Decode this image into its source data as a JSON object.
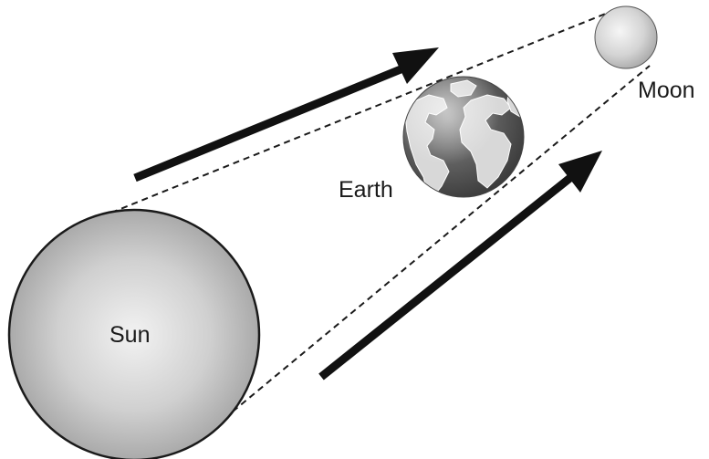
{
  "labels": {
    "sun": "Sun",
    "earth": "Earth",
    "moon": "Moon"
  },
  "colors": {
    "outline": "#1a1a1a",
    "arrow": "#111111",
    "sun_fill_light": "#eeeeee",
    "sun_fill_dark": "#a9a9a9",
    "moon_fill_light": "#f2f2f2",
    "moon_fill_dark": "#b5b5b5",
    "earth_ocean": "#5d5d5d",
    "earth_land": "#d9d9d9"
  },
  "icons": {
    "sun": "sun-icon",
    "earth": "earth-globe-icon",
    "moon": "moon-icon",
    "arrows": "sunlight-arrow-icon"
  }
}
